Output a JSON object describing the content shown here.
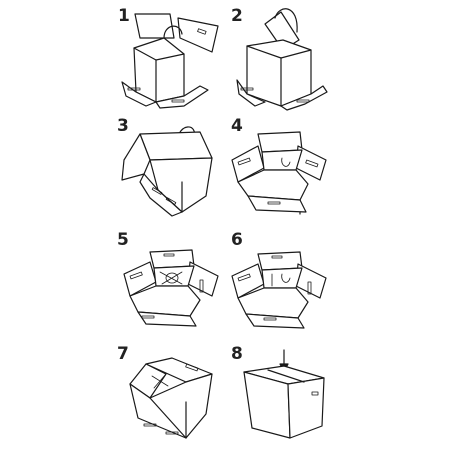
{
  "steps": [
    {
      "label": "1"
    },
    {
      "label": "2"
    },
    {
      "label": "3"
    },
    {
      "label": "4"
    },
    {
      "label": "5"
    },
    {
      "label": "6"
    },
    {
      "label": "7"
    },
    {
      "label": "8"
    }
  ]
}
